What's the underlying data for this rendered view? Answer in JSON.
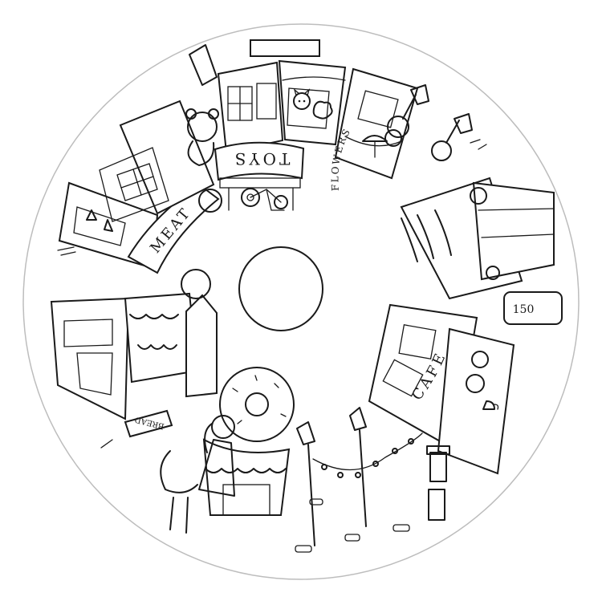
{
  "signs": {
    "toys": "TOYS",
    "flowers": "FLOWERS",
    "price": "150",
    "cafe": "CAFE",
    "bread": "BREAD",
    "meat": "MEAT"
  },
  "icons": [
    "donut-icon",
    "street-lamp-icon",
    "bicycle-icon",
    "teddy-bear-icon",
    "cat-icon",
    "sheep-icon",
    "umbrella-icon",
    "coffee-cup-icon"
  ],
  "colors": {
    "ink": "#1a1a1a",
    "paper": "#ffffff"
  }
}
